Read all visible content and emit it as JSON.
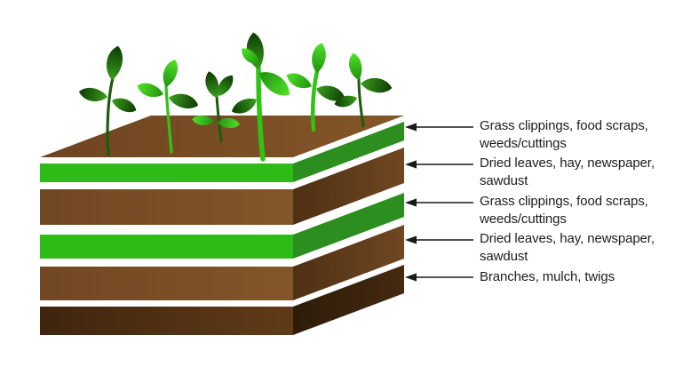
{
  "diagram": {
    "type": "layered-compost-stack",
    "stack_layers_top_to_bottom": [
      {
        "color_key": "green",
        "label": "Grass clippings, food scraps, weeds/cuttings"
      },
      {
        "color_key": "brown",
        "label": "Dried leaves, hay, newspaper, sawdust"
      },
      {
        "color_key": "green",
        "label": "Grass clippings, food scraps, weeds/cuttings"
      },
      {
        "color_key": "brown",
        "label": "Dried leaves, hay, newspaper, sawdust"
      },
      {
        "color_key": "dark_brown",
        "label": "Branches, mulch, twigs"
      }
    ]
  },
  "labels": [
    {
      "line1": "Grass clippings, food scraps,",
      "line2": "weeds/cuttings"
    },
    {
      "line1": "Dried leaves, hay, newspaper,",
      "line2": "sawdust"
    },
    {
      "line1": "Grass clippings, food scraps,",
      "line2": "weeds/cuttings"
    },
    {
      "line1": "Dried leaves, hay, newspaper,",
      "line2": "sawdust"
    },
    {
      "line1": "Branches, mulch, twigs"
    }
  ],
  "colors": {
    "background": "#ffffff",
    "text": "#1c1c1c",
    "arrow": "#1a1a1a",
    "green_front": "#2dbb16",
    "green_side": "#2b8e1e",
    "brown_top_l": "#6e4421",
    "brown_top_r": "#845628",
    "brown_front_l": "#714723",
    "brown_front_r": "#83562a",
    "brown_side_l": "#4e3013",
    "brown_side_r": "#6f4722",
    "dark_front_l": "#3f250e",
    "dark_front_r": "#613b18",
    "dark_side_l": "#2d1c09",
    "dark_side_r": "#452a10",
    "leaf_dark_base": "#3a9e1d",
    "leaf_dark_tip": "#0c3a04",
    "leaf_bright_base": "#1f9110",
    "leaf_bright_tip": "#52e228",
    "stem_dark": "#1e5c0d",
    "stem_bright": "#2fc313"
  }
}
